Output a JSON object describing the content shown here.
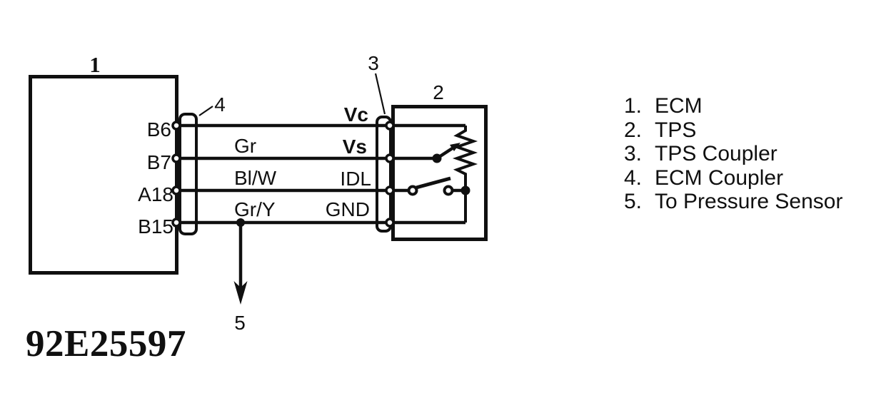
{
  "colors": {
    "ink": "#101010",
    "background": "#ffffff"
  },
  "figure": {
    "id": "92E25597"
  },
  "diagram": {
    "callouts": {
      "ecm": "1",
      "tps": "2",
      "tps_coupler": "3",
      "ecm_coupler": "4",
      "to_pressure_sensor": "5"
    },
    "wires": [
      {
        "ecm_pin": "B6",
        "wire_color": "",
        "tps_signal": "Vc"
      },
      {
        "ecm_pin": "B7",
        "wire_color": "Gr",
        "tps_signal": "Vs"
      },
      {
        "ecm_pin": "A18",
        "wire_color": "Bl/W",
        "tps_signal": "IDL"
      },
      {
        "ecm_pin": "B15",
        "wire_color": "Gr/Y",
        "tps_signal": "GND"
      }
    ]
  },
  "legend": {
    "items": [
      {
        "num": "1.",
        "label": "ECM"
      },
      {
        "num": "2.",
        "label": "TPS"
      },
      {
        "num": "3.",
        "label": "TPS Coupler"
      },
      {
        "num": "4.",
        "label": "ECM Coupler"
      },
      {
        "num": "5.",
        "label": "To Pressure Sensor"
      }
    ]
  }
}
